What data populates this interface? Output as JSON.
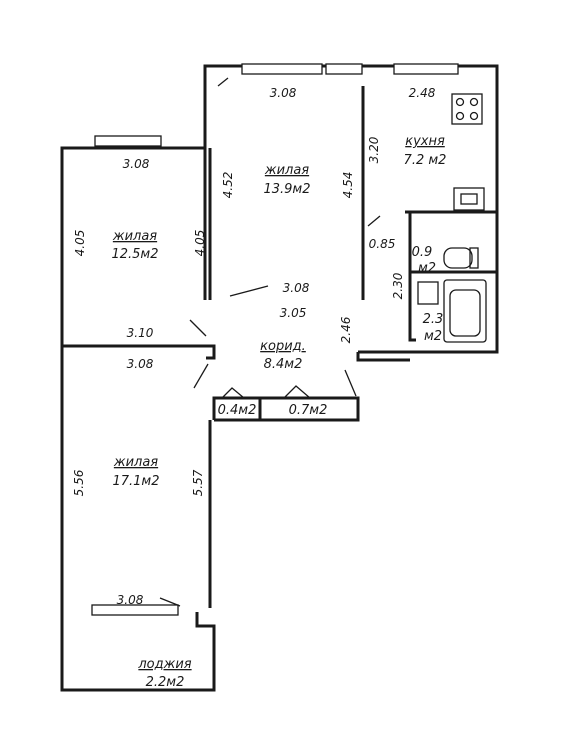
{
  "rooms": {
    "living_top": {
      "label": "жилая",
      "area": "13.9м2"
    },
    "living_left": {
      "label": "жилая",
      "area": "12.5м2"
    },
    "living_bottom": {
      "label": "жилая",
      "area": "17.1м2"
    },
    "kitchen": {
      "label": "кухня",
      "area": "7.2 м2"
    },
    "corridor": {
      "label": "корид.",
      "area": "8.4м2"
    },
    "loggia": {
      "label": "лоджия",
      "area": "2.2м2"
    },
    "storage_small": {
      "area": "0.4м2"
    },
    "storage_large": {
      "area": "0.7м2"
    },
    "toilet": {
      "area_value": "0.9",
      "area_unit": "м2"
    },
    "bathroom": {
      "area_value": "2.3",
      "area_unit": "м2"
    }
  },
  "dimensions": {
    "top_room_width_top": "3.08",
    "top_room_width_bottom": "3.08",
    "top_room_height_left": "4.52",
    "top_room_height_right": "4.54",
    "kitchen_width": "2.48",
    "kitchen_height": "3.20",
    "kitchen_passage": "0.85",
    "bath_block_height": "2.30",
    "left_room_width_top": "3.08",
    "left_room_height_left": "4.05",
    "left_room_height_right": "4.05",
    "left_room_width_bottom": "3.10",
    "corridor_width": "3.05",
    "corridor_height": "2.46",
    "bottom_room_width_top": "3.08",
    "bottom_room_height_left": "5.56",
    "bottom_room_height_right": "5.57",
    "bottom_room_width_bottom": "3.08"
  }
}
